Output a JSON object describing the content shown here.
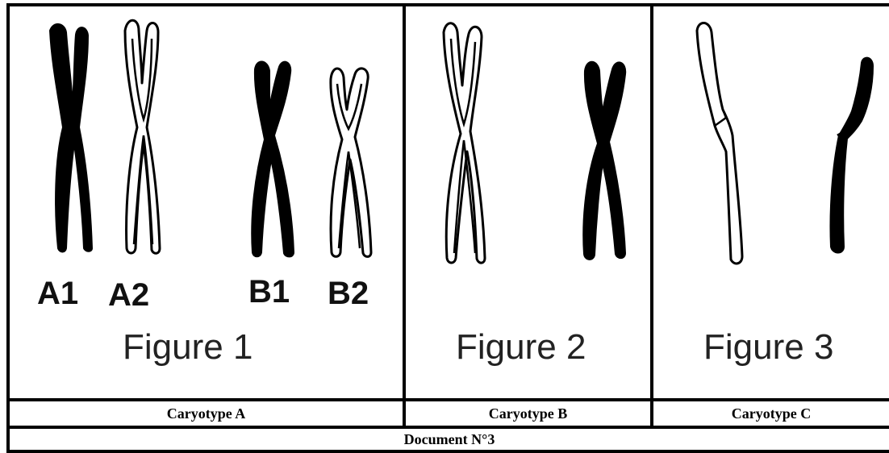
{
  "panels": [
    {
      "figure_title": "Figure 1",
      "labels": [
        "A1",
        "A2",
        "B1",
        "B2"
      ]
    },
    {
      "figure_title": "Figure 2"
    },
    {
      "figure_title": "Figure 3"
    }
  ],
  "captions": [
    "Caryotype A",
    "Caryotype B",
    "Caryotype C"
  ],
  "document_title": "Document N°3"
}
